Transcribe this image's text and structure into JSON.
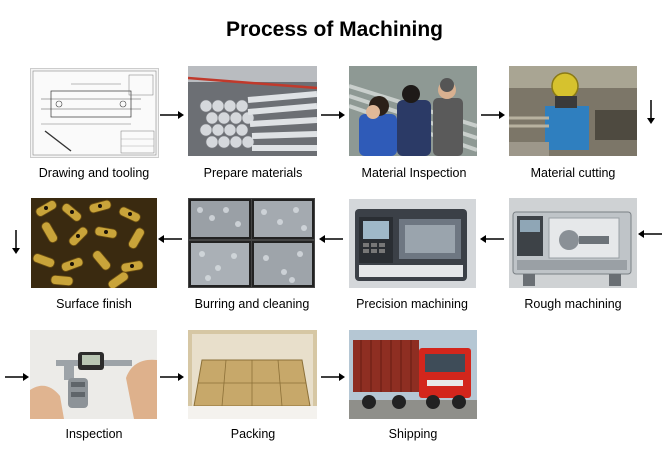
{
  "title": "Process of Machining",
  "steps": [
    {
      "label": "Drawing and tooling"
    },
    {
      "label": "Prepare materials"
    },
    {
      "label": "Material Inspection"
    },
    {
      "label": "Material cutting"
    },
    {
      "label": "Surface finish"
    },
    {
      "label": "Burring and cleaning"
    },
    {
      "label": "Precision machining"
    },
    {
      "label": "Rough  machining"
    },
    {
      "label": "Inspection"
    },
    {
      "label": "Packing"
    },
    {
      "label": "Shipping"
    }
  ]
}
